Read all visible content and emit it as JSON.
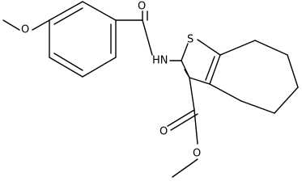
{
  "diagram": {
    "type": "skeletal-structure",
    "atoms": {
      "o_methoxy": "O",
      "o_amide": "O",
      "nh": "HN",
      "s": "S",
      "o_ester_carbonyl": "O",
      "o_ester": "O"
    }
  }
}
